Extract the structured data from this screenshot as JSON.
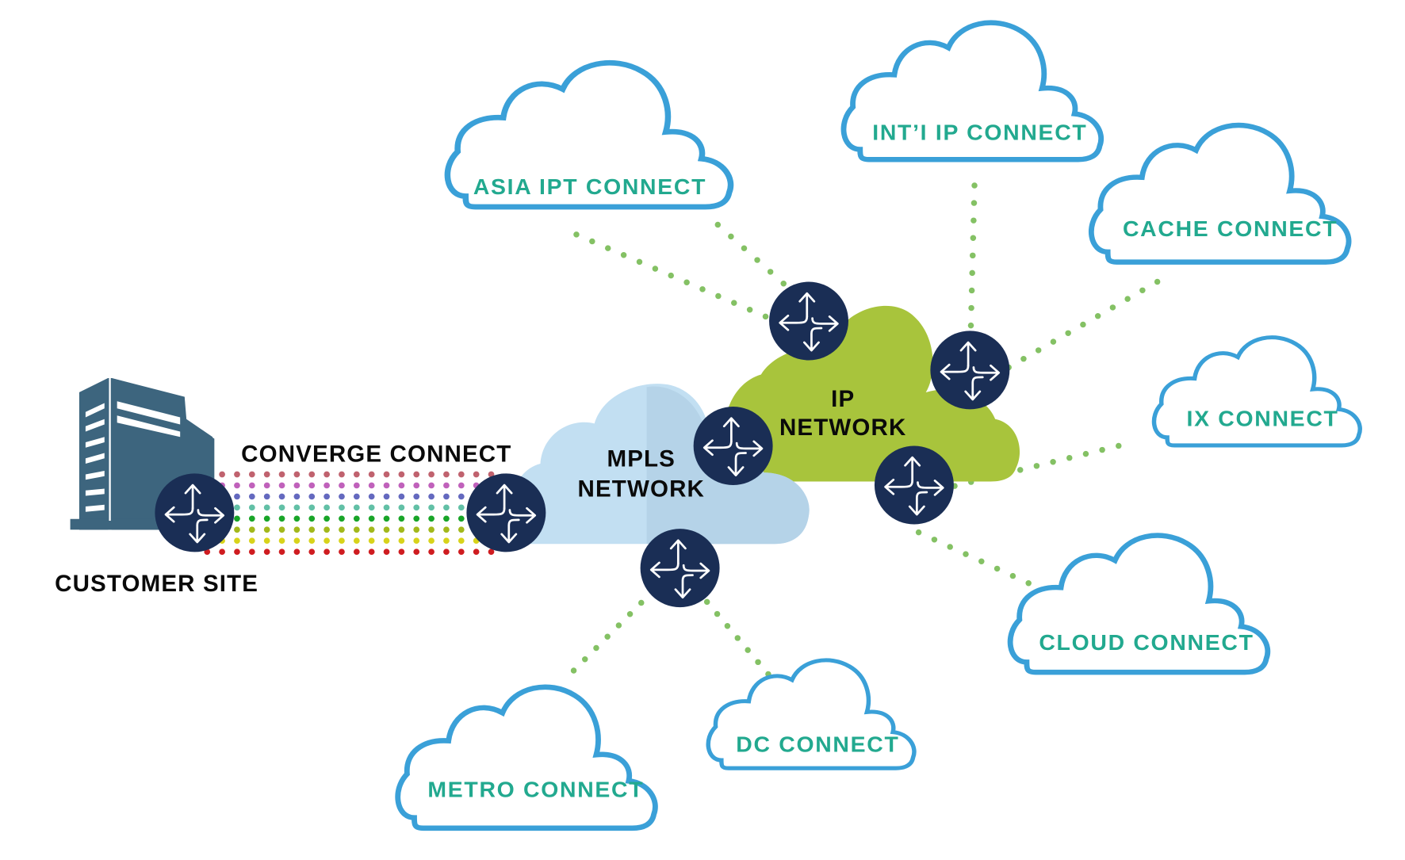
{
  "diagram": {
    "customer_site": {
      "label": "CUSTOMER SITE",
      "icon": "building-icon",
      "color": "#3d657e"
    },
    "converge": {
      "label": "CONVERGE CONNECT",
      "dot_row_colors": [
        "#c0626e",
        "#c061bb",
        "#6469bf",
        "#62c0a6",
        "#18a528",
        "#a2b81c",
        "#d8d31a",
        "#cf1c20"
      ]
    },
    "networks": [
      {
        "id": "mpls",
        "line1": "MPLS",
        "line2": "NETWORK",
        "color": "#c2dff2"
      },
      {
        "id": "ip",
        "line1": "IP",
        "line2": "NETWORK",
        "color": "#a8c43c"
      }
    ],
    "services": [
      {
        "id": "asia-ipt",
        "label": "ASIA IPT CONNECT"
      },
      {
        "id": "intl-ip",
        "label": "INT’I IP CONNECT"
      },
      {
        "id": "cache",
        "label": "CACHE CONNECT"
      },
      {
        "id": "ix",
        "label": "IX CONNECT"
      },
      {
        "id": "cloud",
        "label": "CLOUD CONNECT"
      },
      {
        "id": "dc",
        "label": "DC CONNECT"
      },
      {
        "id": "metro",
        "label": "METRO CONNECT"
      }
    ],
    "router_icon": "router-icon",
    "colors": {
      "service_outline": "#3aa0d8",
      "service_text": "#22a98f",
      "router": "#1a2e55",
      "link_dots": "#84c164"
    }
  }
}
